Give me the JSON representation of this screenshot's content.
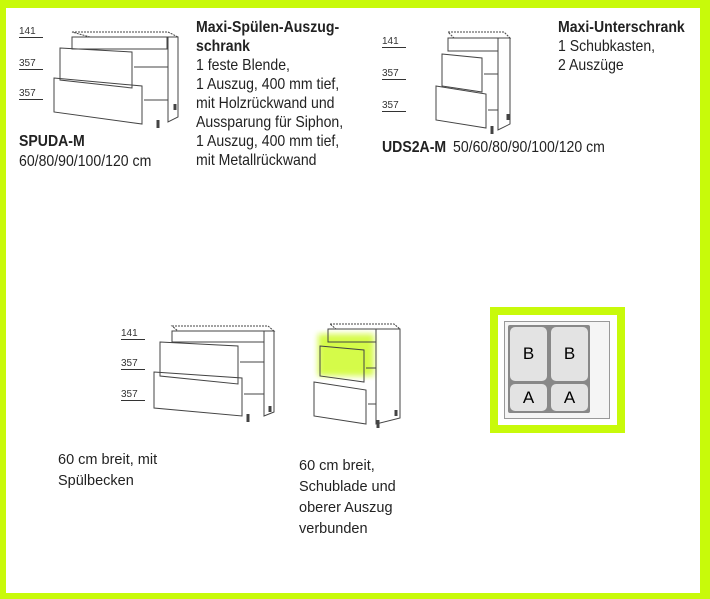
{
  "accent_color": "#c8fa0a",
  "products": [
    {
      "code": "SPUDA-M",
      "sizes": "60/80/90/100/120 cm",
      "title_lines": [
        "Maxi-Spülen-Auszug-",
        "schrank"
      ],
      "desc_lines": [
        "1 feste Blende,",
        "1 Auszug, 400 mm tief,",
        "mit Holzrückwand und",
        "Aussparung für Siphon,",
        "1 Auszug, 400 mm tief,",
        "mit Metallrückwand"
      ],
      "dims": [
        "141",
        "357",
        "357"
      ]
    },
    {
      "code": "UDS2A-M",
      "sizes": "50/60/80/90/100/120 cm",
      "title_lines": [
        "Maxi-Unterschrank"
      ],
      "desc_lines": [
        "1 Schubkasten,",
        "2 Auszüge"
      ],
      "dims": [
        "141",
        "357",
        "357"
      ]
    }
  ],
  "variants": [
    {
      "dims": [
        "141",
        "357",
        "357"
      ],
      "caption_lines": [
        "60 cm breit, mit",
        "Spülbecken"
      ]
    },
    {
      "caption_lines": [
        "60 cm breit,",
        "Schublade und",
        "oberer Auszug",
        "verbunden"
      ]
    }
  ],
  "bin_insert": {
    "labels": [
      "B",
      "B",
      "A",
      "A"
    ]
  }
}
